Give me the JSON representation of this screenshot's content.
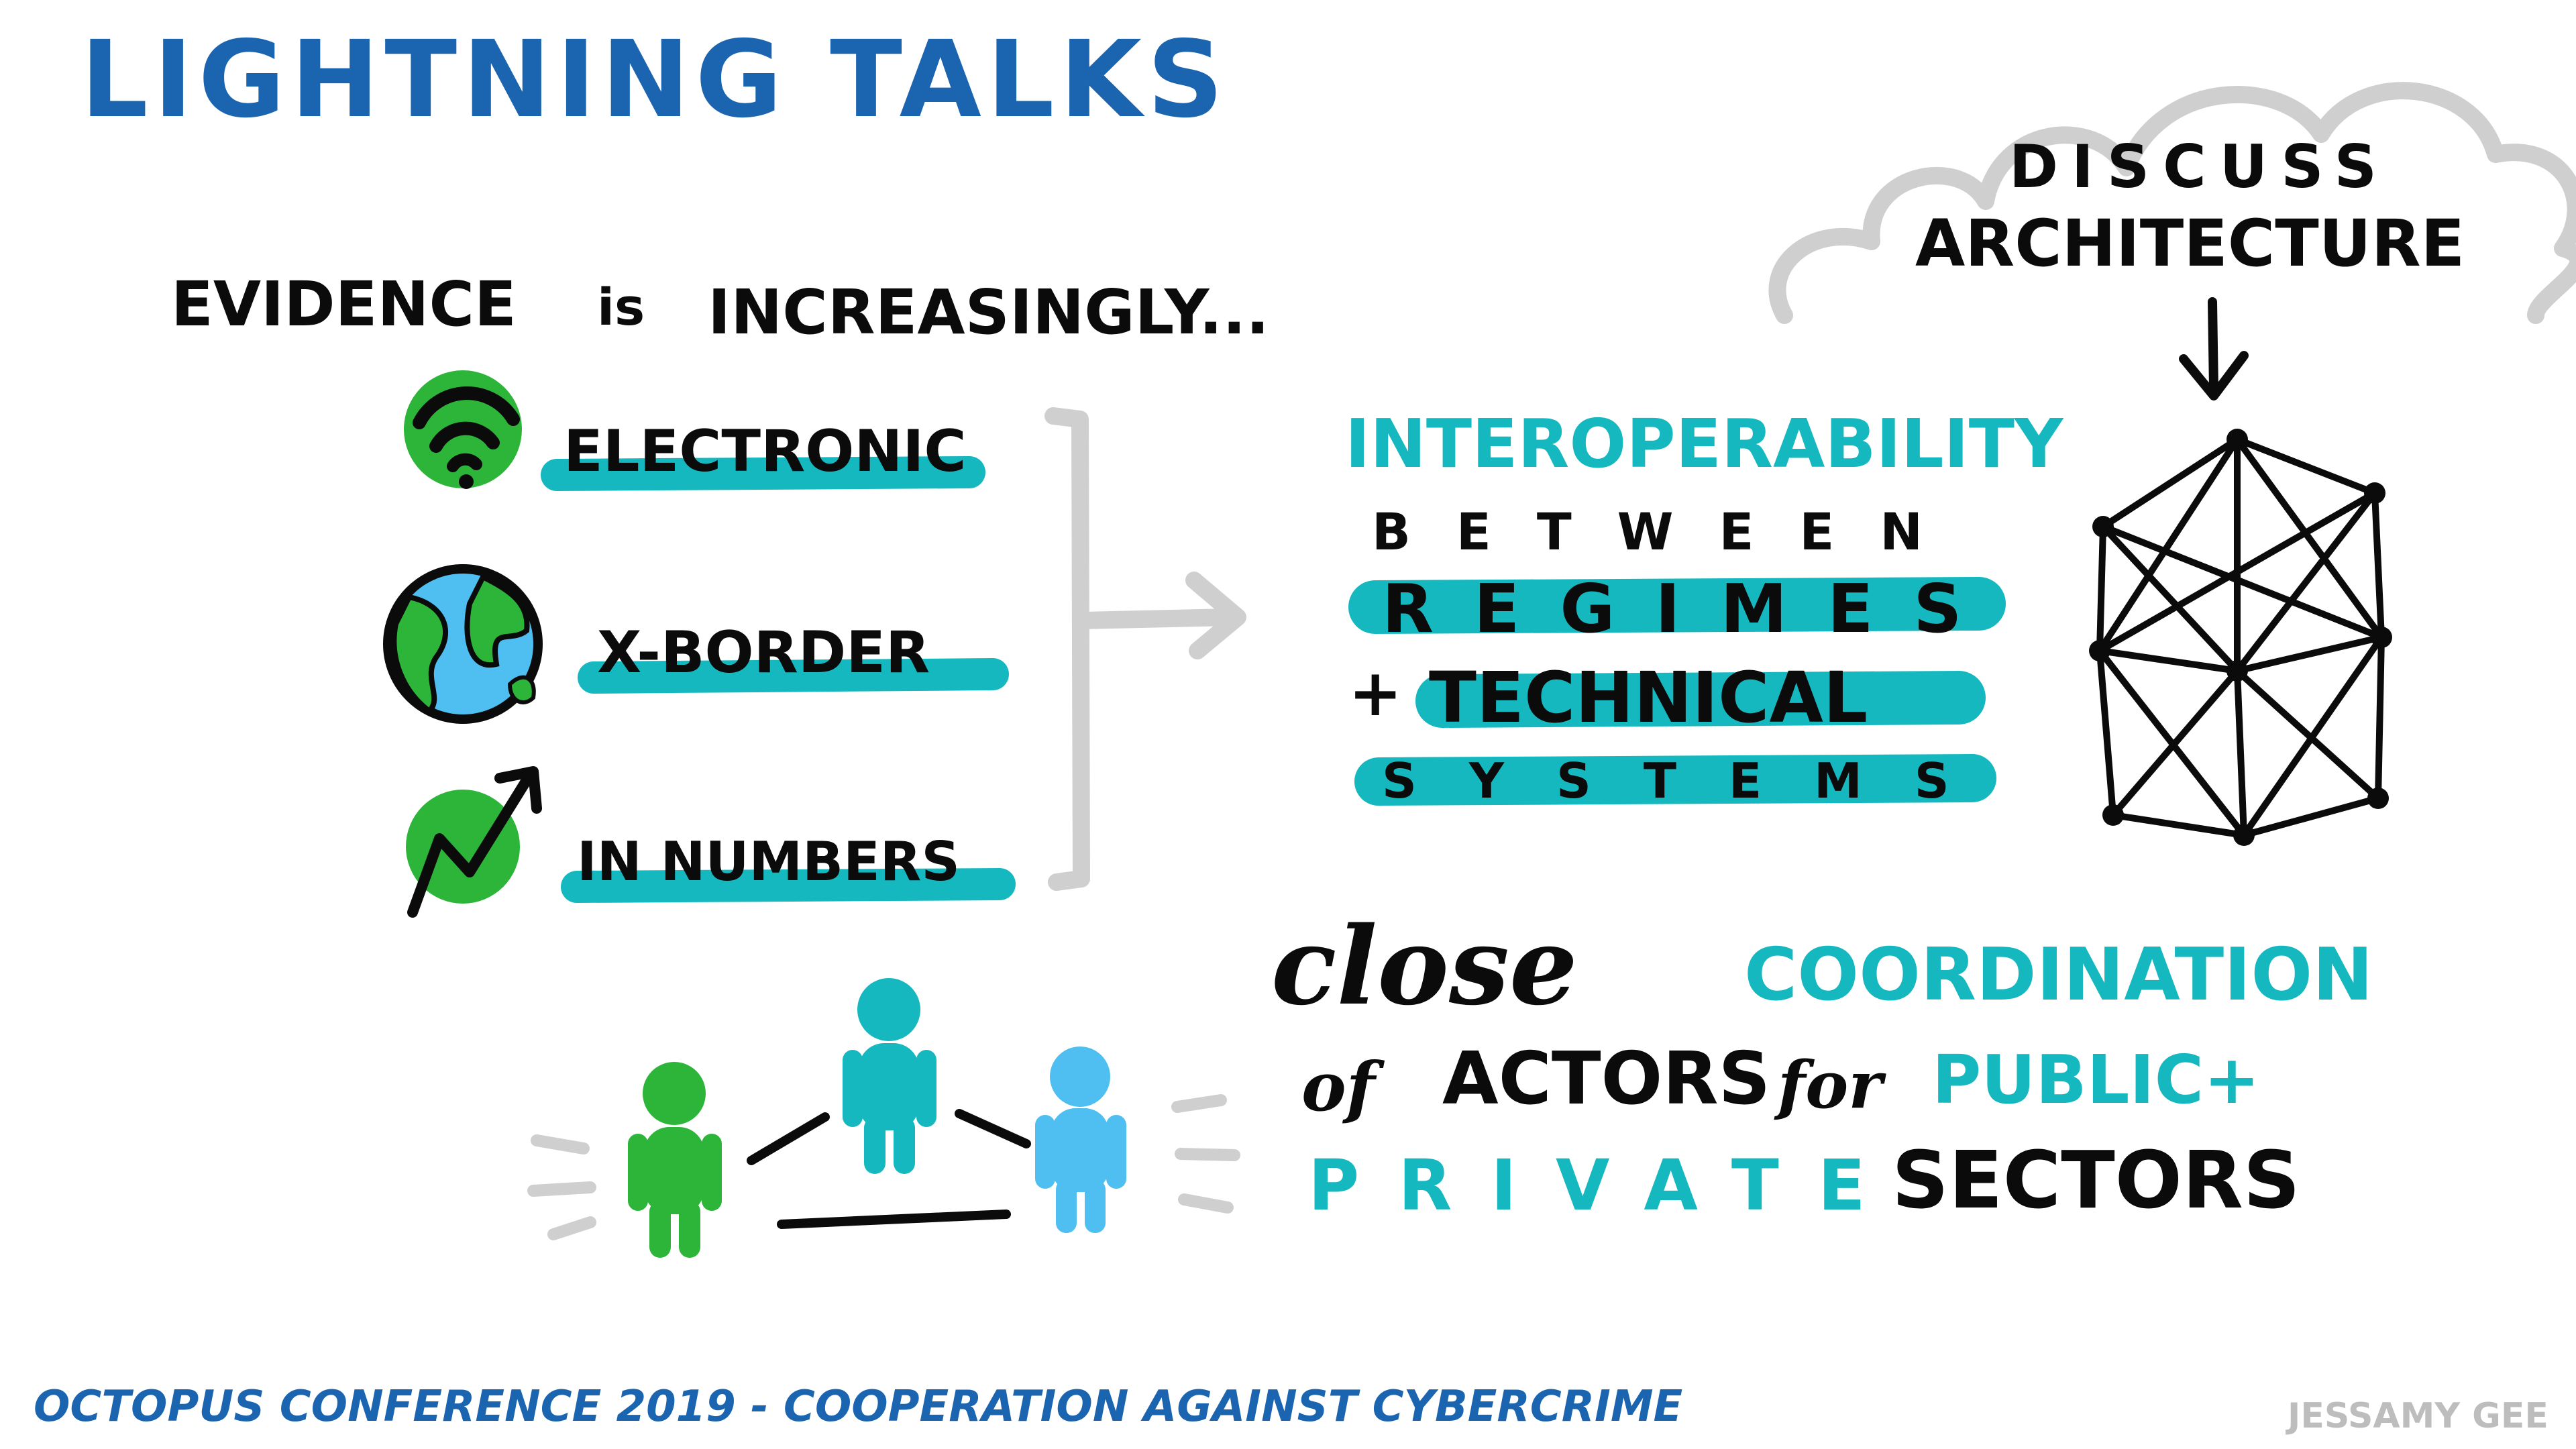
{
  "title": "LIGHTNING TALKS",
  "evidence": {
    "heading_part1": "EVIDENCE",
    "heading_part2": "is",
    "heading_part3": "INCREASINGLY...",
    "items": [
      {
        "label": "ELECTRONIC",
        "icon": "wifi-icon"
      },
      {
        "label": "X-BORDER",
        "icon": "globe-icon"
      },
      {
        "label": "IN NUMBERS",
        "icon": "trend-up-icon"
      }
    ]
  },
  "architecture": {
    "line1": "DISCUSS",
    "line2": "ARCHITECTURE",
    "icon": "network-mesh-icon"
  },
  "interoperability": {
    "heading": "INTEROPERABILITY",
    "between": "BETWEEN",
    "regimes": "REGIMES",
    "plus": "+",
    "technical": "TECHNICAL",
    "systems": "SYSTEMS"
  },
  "coordination": {
    "close": "close",
    "coordination": "COORDINATION",
    "of": "of",
    "actors": "ACTORS",
    "for": "for",
    "public": "PUBLIC+",
    "private": "PRIVATE",
    "sectors": "SECTORS",
    "icon": "people-network-icon"
  },
  "footer": {
    "conference": "OCTOPUS CONFERENCE 2019 - COOPERATION AGAINST CYBERCRIME",
    "author": "JESSAMY GEE"
  },
  "colors": {
    "title_blue": "#1a64b0",
    "teal": "#16b8c0",
    "ink": "#0b0b0b",
    "green": "#2db53a",
    "sky": "#4fbef0",
    "grey": "#cfcfcf"
  }
}
